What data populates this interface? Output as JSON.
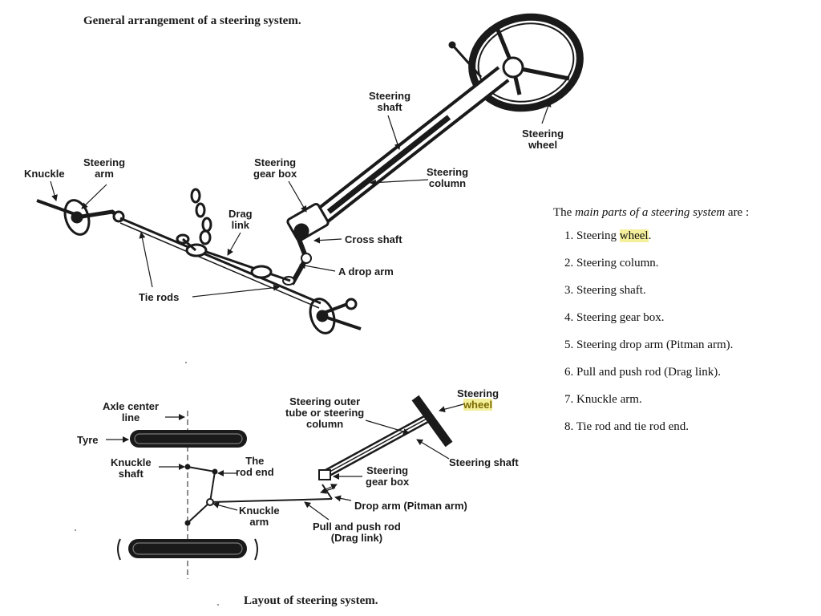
{
  "title_top": "General arrangement of a steering system.",
  "title_bottom": "Layout of steering system.",
  "top_labels": {
    "knuckle": "Knuckle",
    "steering_arm": "Steering\narm",
    "steering_shaft": "Steering\nshaft",
    "steering_wheel": "Steering\nwheel",
    "steering_gear_box": "Steering\ngear box",
    "steering_column": "Steering\ncolumn",
    "drag_link": "Drag\nlink",
    "cross_shaft": "Cross shaft",
    "drop_arm": "A drop arm",
    "tie_rods": "Tie rods"
  },
  "bottom_labels": {
    "axle_center_line": "Axle center\nline",
    "tyre": "Tyre",
    "knuckle_shaft": "Knuckle\nshaft",
    "rod_end": "The\nrod end",
    "knuckle_arm": "Knuckle\narm",
    "outer_tube": "Steering outer\ntube or steering\ncolumn",
    "steering_wheel_prefix": "Steering",
    "steering_wheel_word": "wheel",
    "steering_shaft": "Steering shaft",
    "steering_gear_box": "Steering\ngear box",
    "drop_arm": "Drop arm (Pitman arm)",
    "pull_push_rod": "Pull and push rod\n(Drag link)"
  },
  "parts": {
    "intro_pre": "The ",
    "intro_em": "main parts of a steering system",
    "intro_post": " are :",
    "item1_pre": "1. Steering ",
    "item1_hl": "wheel",
    "item1_post": ".",
    "items": [
      "2. Steering column.",
      "3. Steering shaft.",
      "4. Steering gear box.",
      "5. Steering drop arm (Pitman arm).",
      "6. Pull and push rod (Drag link).",
      "7. Knuckle arm.",
      "8. Tie rod and tie rod end."
    ]
  },
  "colors": {
    "highlight": "#f4ef9a",
    "ink": "#1a1a1a"
  }
}
